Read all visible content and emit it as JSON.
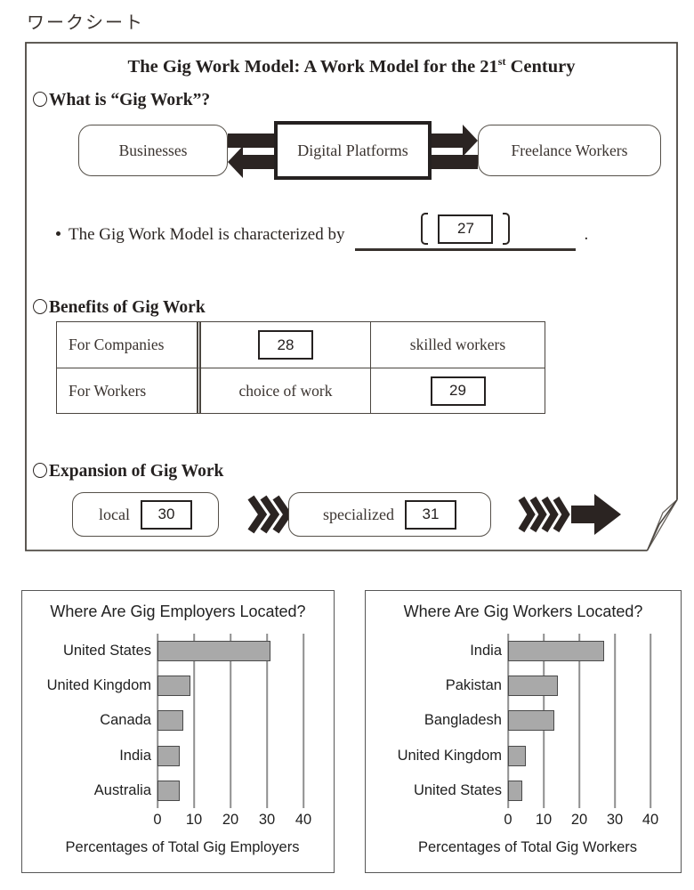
{
  "page": {
    "heading": "ワークシート"
  },
  "colors": {
    "ink": "#2b2522",
    "line": "#4a453f",
    "bar_fill": "#a9a9a9",
    "bar_border": "#4a4a4a",
    "grid": "#8f8f8f"
  },
  "icons": {
    "heading_marker": "○",
    "bullet": "·",
    "bracket_left": "〔",
    "bracket_right": "〕",
    "flow_arrows": "⇄",
    "triple_chevron": "⟫⟫⟫",
    "chevron_solid_arrow": "⟫⟫⟫⟫➤",
    "page_curl": "folded-corner"
  },
  "worksheet": {
    "title": {
      "part1": "The Gig Work Model: A Work Model for the 21",
      "sup": "st",
      "part2": " Century"
    },
    "what_is": {
      "heading": "What is “Gig Work”?",
      "node1": "Businesses",
      "node2": "Digital Platforms",
      "node3": "Freelance Workers"
    },
    "characterized": {
      "text": "The Gig Work Model is characterized by",
      "number": "27",
      "period": "."
    },
    "benefits": {
      "heading": "Benefits of Gig Work",
      "row1": {
        "label": "For Companies",
        "box_number": "28",
        "text": "skilled workers"
      },
      "row2": {
        "label": "For Workers",
        "text": "choice of work",
        "box_number": "29"
      }
    },
    "expansion": {
      "heading": "Expansion of Gig Work",
      "stage1_label": "local",
      "stage1_number": "30",
      "stage2_label": "specialized",
      "stage2_number": "31"
    }
  },
  "chart_data": [
    {
      "type": "bar",
      "orientation": "horizontal",
      "title": "Where Are Gig Employers Located?",
      "categories": [
        "United States",
        "United Kingdom",
        "Canada",
        "India",
        "Australia"
      ],
      "values": [
        31,
        9,
        7,
        6,
        6
      ],
      "xlabel": "Percentages of Total Gig Employers",
      "xlim": [
        0,
        40
      ],
      "xticks": [
        "0",
        "10",
        "20",
        "30",
        "40"
      ],
      "grid": true,
      "legend": false
    },
    {
      "type": "bar",
      "orientation": "horizontal",
      "title": "Where Are Gig Workers Located?",
      "categories": [
        "India",
        "Pakistan",
        "Bangladesh",
        "United Kingdom",
        "United States"
      ],
      "values": [
        27,
        14,
        13,
        5,
        4
      ],
      "xlabel": "Percentages of Total Gig Workers",
      "xlim": [
        0,
        40
      ],
      "xticks": [
        "0",
        "10",
        "20",
        "30",
        "40"
      ],
      "grid": true,
      "legend": false
    }
  ]
}
